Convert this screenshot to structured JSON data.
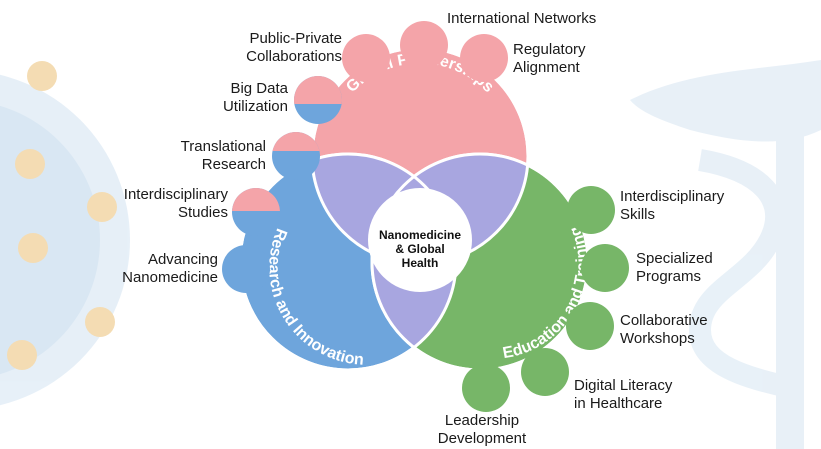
{
  "center": {
    "line1": "Nanomedicine",
    "line2": "& Global",
    "line3": "Health"
  },
  "circles": {
    "global": {
      "title": "Global Partnerships",
      "color": "#f4a4a9"
    },
    "research": {
      "title": "Research and Innovation",
      "color": "#6ea5dc"
    },
    "education": {
      "title": "Education and Training",
      "color": "#77b668"
    },
    "overlap_color": "#a8a6e0"
  },
  "labels": {
    "public_private": [
      "Public-Private",
      "Collaborations"
    ],
    "international": [
      "International Networks"
    ],
    "regulatory": [
      "Regulatory",
      "Alignment"
    ],
    "big_data": [
      "Big Data",
      "Utilization"
    ],
    "translational": [
      "Translational",
      "Research"
    ],
    "interdisciplinary_studies": [
      "Interdisciplinary",
      "Studies"
    ],
    "advancing": [
      "Advancing",
      "Nanomedicine"
    ],
    "interdisciplinary_skills": [
      "Interdisciplinary",
      "Skills"
    ],
    "specialized": [
      "Specialized",
      "Programs"
    ],
    "collaborative": [
      "Collaborative",
      "Workshops"
    ],
    "digital": [
      "Digital Literacy",
      "in Healthcare"
    ],
    "leadership": [
      "Leadership",
      "Development"
    ]
  },
  "colors": {
    "pink": "#f4a4a9",
    "blue": "#6ea5dc",
    "green": "#77b668",
    "text": "#1a1a1a",
    "bg_shape": "#e6f0f8",
    "bead": "#f5d7a4"
  }
}
